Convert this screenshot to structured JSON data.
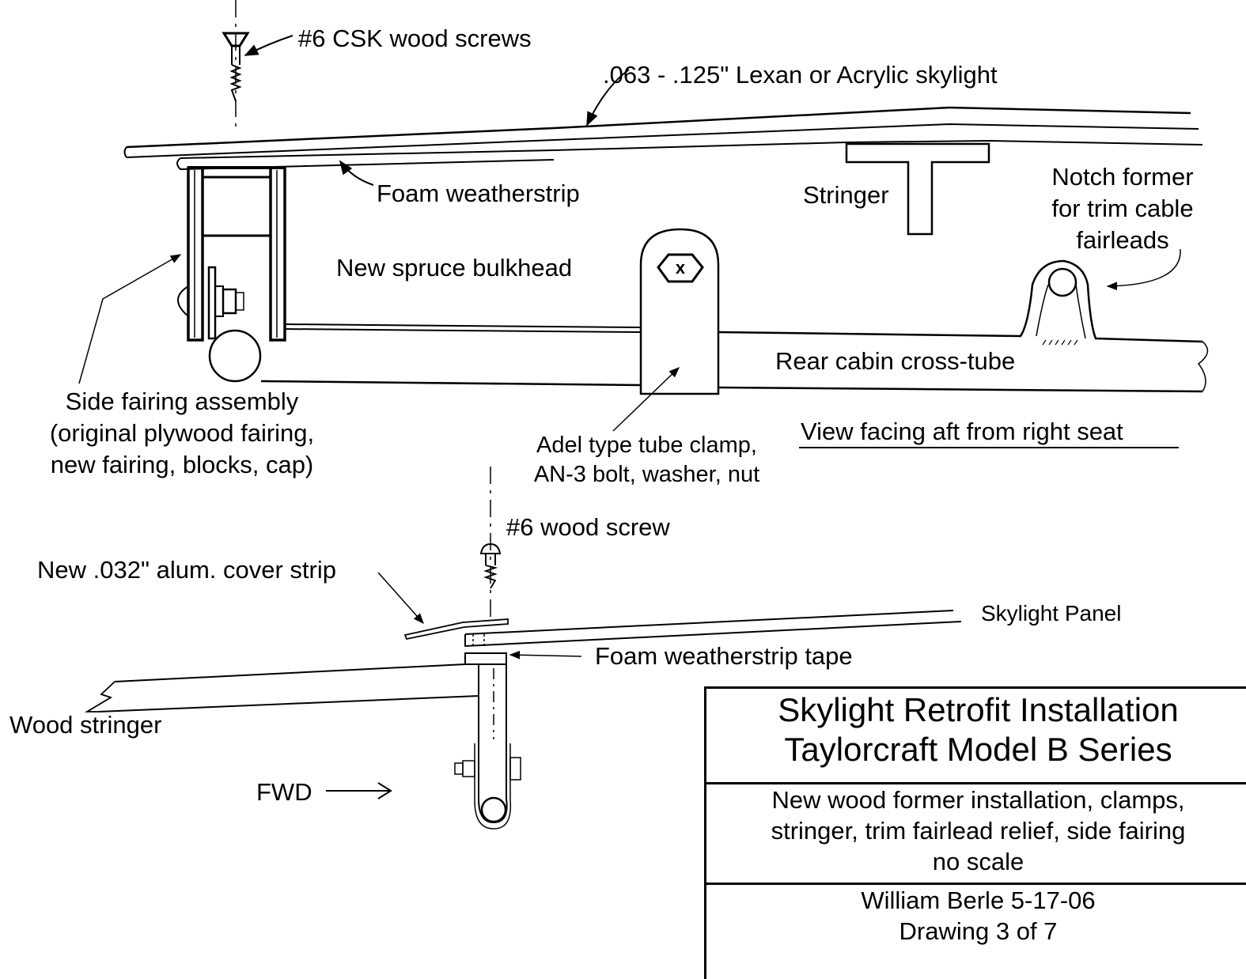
{
  "drawing": {
    "view_caption": "View facing aft from right seat",
    "labels": {
      "csk_screws": "#6 CSK wood screws",
      "skylight_material": ".063 - .125\" Lexan or Acrylic skylight",
      "foam_weatherstrip": "Foam weatherstrip",
      "stringer": "Stringer",
      "notch_former": [
        "Notch former",
        "for trim cable",
        "fairleads"
      ],
      "spruce_bulkhead": "New spruce bulkhead",
      "rear_cross_tube": "Rear cabin cross-tube",
      "side_fairing": [
        "Side fairing assembly",
        "(original plywood fairing,",
        "new fairing, blocks, cap)"
      ],
      "adel_clamp": [
        "Adel type tube clamp,",
        "AN-3 bolt, washer, nut"
      ],
      "wood_screw": "#6 wood screw",
      "cover_strip": "New .032\" alum. cover strip",
      "skylight_panel": "Skylight Panel",
      "foam_tape": "Foam weatherstrip tape",
      "wood_stringer": "Wood stringer",
      "fwd": "FWD",
      "bolt_mark": "x"
    }
  },
  "title_block": {
    "title": [
      "Skylight Retrofit Installation",
      "Taylorcraft Model B Series"
    ],
    "description": [
      "New wood former installation, clamps,",
      "stringer, trim fairlead relief, side fairing",
      "no scale"
    ],
    "author_line": "William Berle  5-17-06",
    "sheet": "Drawing 3 of 7"
  }
}
